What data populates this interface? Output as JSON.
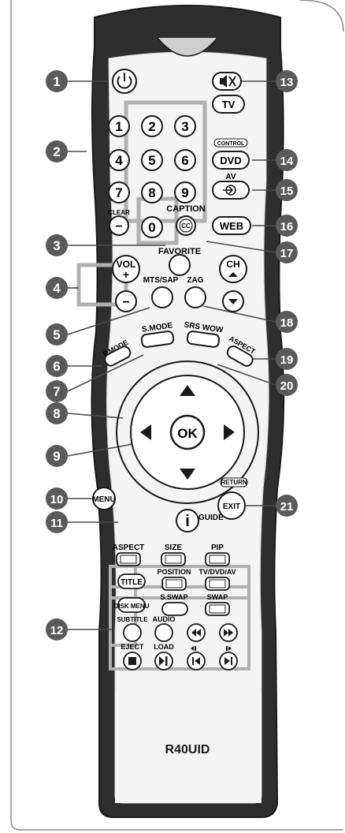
{
  "callouts": {
    "c1": "1",
    "c2": "2",
    "c3": "3",
    "c4": "4",
    "c5": "5",
    "c6": "6",
    "c7": "7",
    "c8": "8",
    "c9": "9",
    "c10": "10",
    "c11": "11",
    "c12": "12",
    "c13": "13",
    "c14": "14",
    "c15": "15",
    "c16": "16",
    "c17": "17",
    "c18": "18",
    "c19": "19",
    "c20": "20",
    "c21": "21"
  },
  "buttons": {
    "tv": "TV",
    "control": "CONTROL",
    "dvd": "DVD",
    "av": "AV",
    "clear": "CLEAR",
    "caption": "CAPTION",
    "web": "WEB",
    "cc": "CC",
    "favorite": "FAVORITE",
    "vol": "VOL",
    "plus": "+",
    "ch": "CH",
    "minus": "−",
    "mts_sap": "MTS/SAP",
    "zag": "ZAG",
    "p_mode": "P.MODE",
    "s_mode": "S.MODE",
    "srs_wow": "SRS WOW",
    "aspect_top": "ASPECT",
    "ok": "OK",
    "menu": "MENU",
    "return": "RETURN",
    "exit": "EXIT",
    "info": "i",
    "guide": "GUIDE",
    "aspect": "ASPECT",
    "size": "SIZE",
    "pip": "PIP",
    "position": "POSITION",
    "tv_dvd_av": "TV/DVD/AV",
    "title": "TITLE",
    "s_swap": "S.SWAP",
    "swap": "SWAP",
    "disk_menu": "DISK MENU",
    "subtitle": "SUBTITLE",
    "audio": "AUDIO",
    "eject": "EJECT",
    "load": "LOAD"
  },
  "keypad": [
    "1",
    "2",
    "3",
    "4",
    "5",
    "6",
    "7",
    "8",
    "9",
    "0"
  ],
  "model": "R40UID",
  "colors": {
    "body": "#2e2e2e",
    "button_fill": "#ffffff",
    "callout": "#5a5a5a",
    "group_box": "#b0b0b0",
    "frame": "#8a8a8a"
  }
}
